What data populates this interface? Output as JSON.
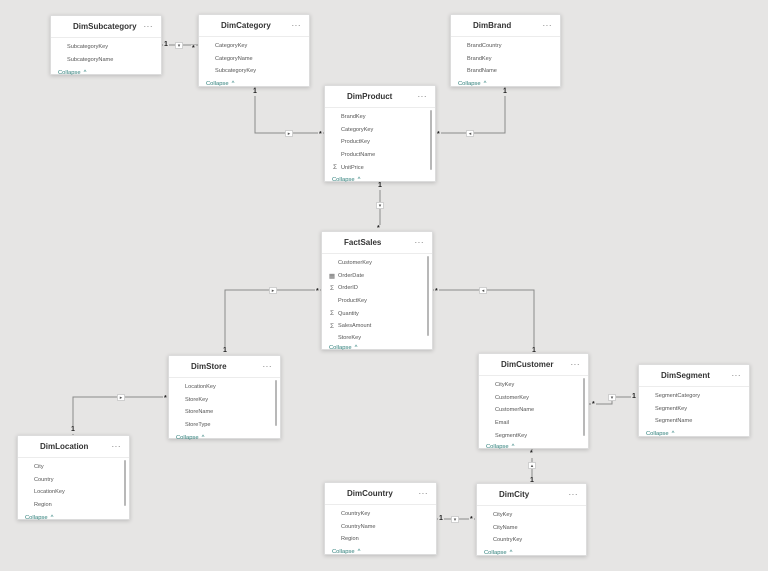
{
  "ui": {
    "collapse_label": "Collapse",
    "more_label": "···",
    "collapse_chevron": "^"
  },
  "tables": {
    "dimSubcategory": {
      "title": "DimSubcategory",
      "fields": [
        {
          "name": "SubcategoryKey",
          "icon": ""
        },
        {
          "name": "SubcategoryName",
          "icon": ""
        }
      ]
    },
    "dimCategory": {
      "title": "DimCategory",
      "fields": [
        {
          "name": "CategoryKey",
          "icon": ""
        },
        {
          "name": "CategoryName",
          "icon": ""
        },
        {
          "name": "SubcategoryKey",
          "icon": ""
        }
      ]
    },
    "dimBrand": {
      "title": "DimBrand",
      "fields": [
        {
          "name": "BrandCountry",
          "icon": ""
        },
        {
          "name": "BrandKey",
          "icon": ""
        },
        {
          "name": "BrandName",
          "icon": ""
        }
      ]
    },
    "dimProduct": {
      "title": "DimProduct",
      "fields": [
        {
          "name": "BrandKey",
          "icon": ""
        },
        {
          "name": "CategoryKey",
          "icon": ""
        },
        {
          "name": "ProductKey",
          "icon": ""
        },
        {
          "name": "ProductName",
          "icon": ""
        },
        {
          "name": "UnitPrice",
          "icon": "sigma"
        }
      ]
    },
    "factSales": {
      "title": "FactSales",
      "fields": [
        {
          "name": "CustomerKey",
          "icon": ""
        },
        {
          "name": "OrderDate",
          "icon": "calendar"
        },
        {
          "name": "OrderID",
          "icon": "sigma"
        },
        {
          "name": "ProductKey",
          "icon": ""
        },
        {
          "name": "Quantity",
          "icon": "sigma"
        },
        {
          "name": "SalesAmount",
          "icon": "sigma"
        },
        {
          "name": "StoreKey",
          "icon": ""
        }
      ]
    },
    "dimStore": {
      "title": "DimStore",
      "fields": [
        {
          "name": "LocationKey",
          "icon": ""
        },
        {
          "name": "StoreKey",
          "icon": ""
        },
        {
          "name": "StoreName",
          "icon": ""
        },
        {
          "name": "StoreType",
          "icon": ""
        }
      ]
    },
    "dimLocation": {
      "title": "DimLocation",
      "fields": [
        {
          "name": "City",
          "icon": ""
        },
        {
          "name": "Country",
          "icon": ""
        },
        {
          "name": "LocationKey",
          "icon": ""
        },
        {
          "name": "Region",
          "icon": ""
        }
      ]
    },
    "dimCustomer": {
      "title": "DimCustomer",
      "fields": [
        {
          "name": "CityKey",
          "icon": ""
        },
        {
          "name": "CustomerKey",
          "icon": ""
        },
        {
          "name": "CustomerName",
          "icon": ""
        },
        {
          "name": "Email",
          "icon": ""
        },
        {
          "name": "SegmentKey",
          "icon": ""
        }
      ]
    },
    "dimSegment": {
      "title": "DimSegment",
      "fields": [
        {
          "name": "SegmentCategory",
          "icon": ""
        },
        {
          "name": "SegmentKey",
          "icon": ""
        },
        {
          "name": "SegmentName",
          "icon": ""
        }
      ]
    },
    "dimCountry": {
      "title": "DimCountry",
      "fields": [
        {
          "name": "CountryKey",
          "icon": ""
        },
        {
          "name": "CountryName",
          "icon": ""
        },
        {
          "name": "Region",
          "icon": ""
        }
      ]
    },
    "dimCity": {
      "title": "DimCity",
      "fields": [
        {
          "name": "CityKey",
          "icon": ""
        },
        {
          "name": "CityName",
          "icon": ""
        },
        {
          "name": "CountryKey",
          "icon": ""
        }
      ]
    }
  },
  "relationships": [
    {
      "from": "DimSubcategory",
      "to": "DimCategory",
      "from_card": "1",
      "to_card": "*"
    },
    {
      "from": "DimCategory",
      "to": "DimProduct",
      "from_card": "1",
      "to_card": "*"
    },
    {
      "from": "DimBrand",
      "to": "DimProduct",
      "from_card": "1",
      "to_card": "*"
    },
    {
      "from": "DimProduct",
      "to": "FactSales",
      "from_card": "1",
      "to_card": "*"
    },
    {
      "from": "DimStore",
      "to": "FactSales",
      "from_card": "1",
      "to_card": "*"
    },
    {
      "from": "DimCustomer",
      "to": "FactSales",
      "from_card": "1",
      "to_card": "*"
    },
    {
      "from": "DimLocation",
      "to": "DimStore",
      "from_card": "1",
      "to_card": "*"
    },
    {
      "from": "DimSegment",
      "to": "DimCustomer",
      "from_card": "1",
      "to_card": "*"
    },
    {
      "from": "DimCity",
      "to": "DimCustomer",
      "from_card": "1",
      "to_card": "*"
    },
    {
      "from": "DimCountry",
      "to": "DimCity",
      "from_card": "1",
      "to_card": "*"
    }
  ],
  "cardinality": {
    "one": "1",
    "many": "*"
  },
  "icons": {
    "sigma": "Σ",
    "calendar": "▦",
    "filter_right": "▸",
    "filter_left": "◂",
    "filter_down": "▾",
    "filter_up": "▴"
  }
}
